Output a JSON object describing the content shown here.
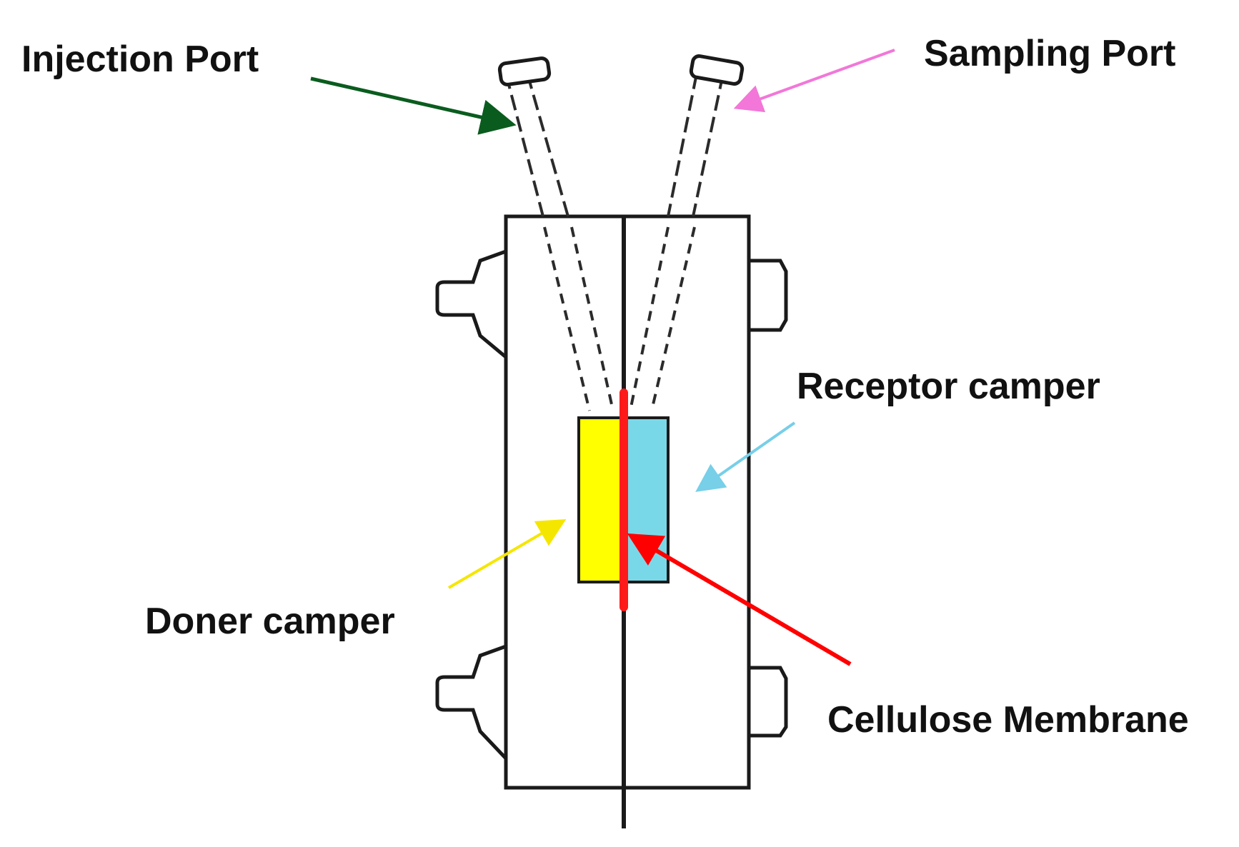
{
  "labels": {
    "injection_port": "Injection Port",
    "sampling_port": "Sampling Port",
    "receptor_chamber": "Receptor camper",
    "donor_chamber": "Doner camper",
    "membrane": "Cellulose Membrane"
  },
  "colors": {
    "donor_fill": "#ffff00",
    "receptor_fill": "#79d8e8",
    "membrane": "#ff1a1a",
    "injection_arrow": "#0a5c1e",
    "sampling_arrow": "#f277d8",
    "receptor_arrow": "#77cfe8",
    "donor_arrow": "#f5e600",
    "membrane_arrow": "#ff0000"
  }
}
